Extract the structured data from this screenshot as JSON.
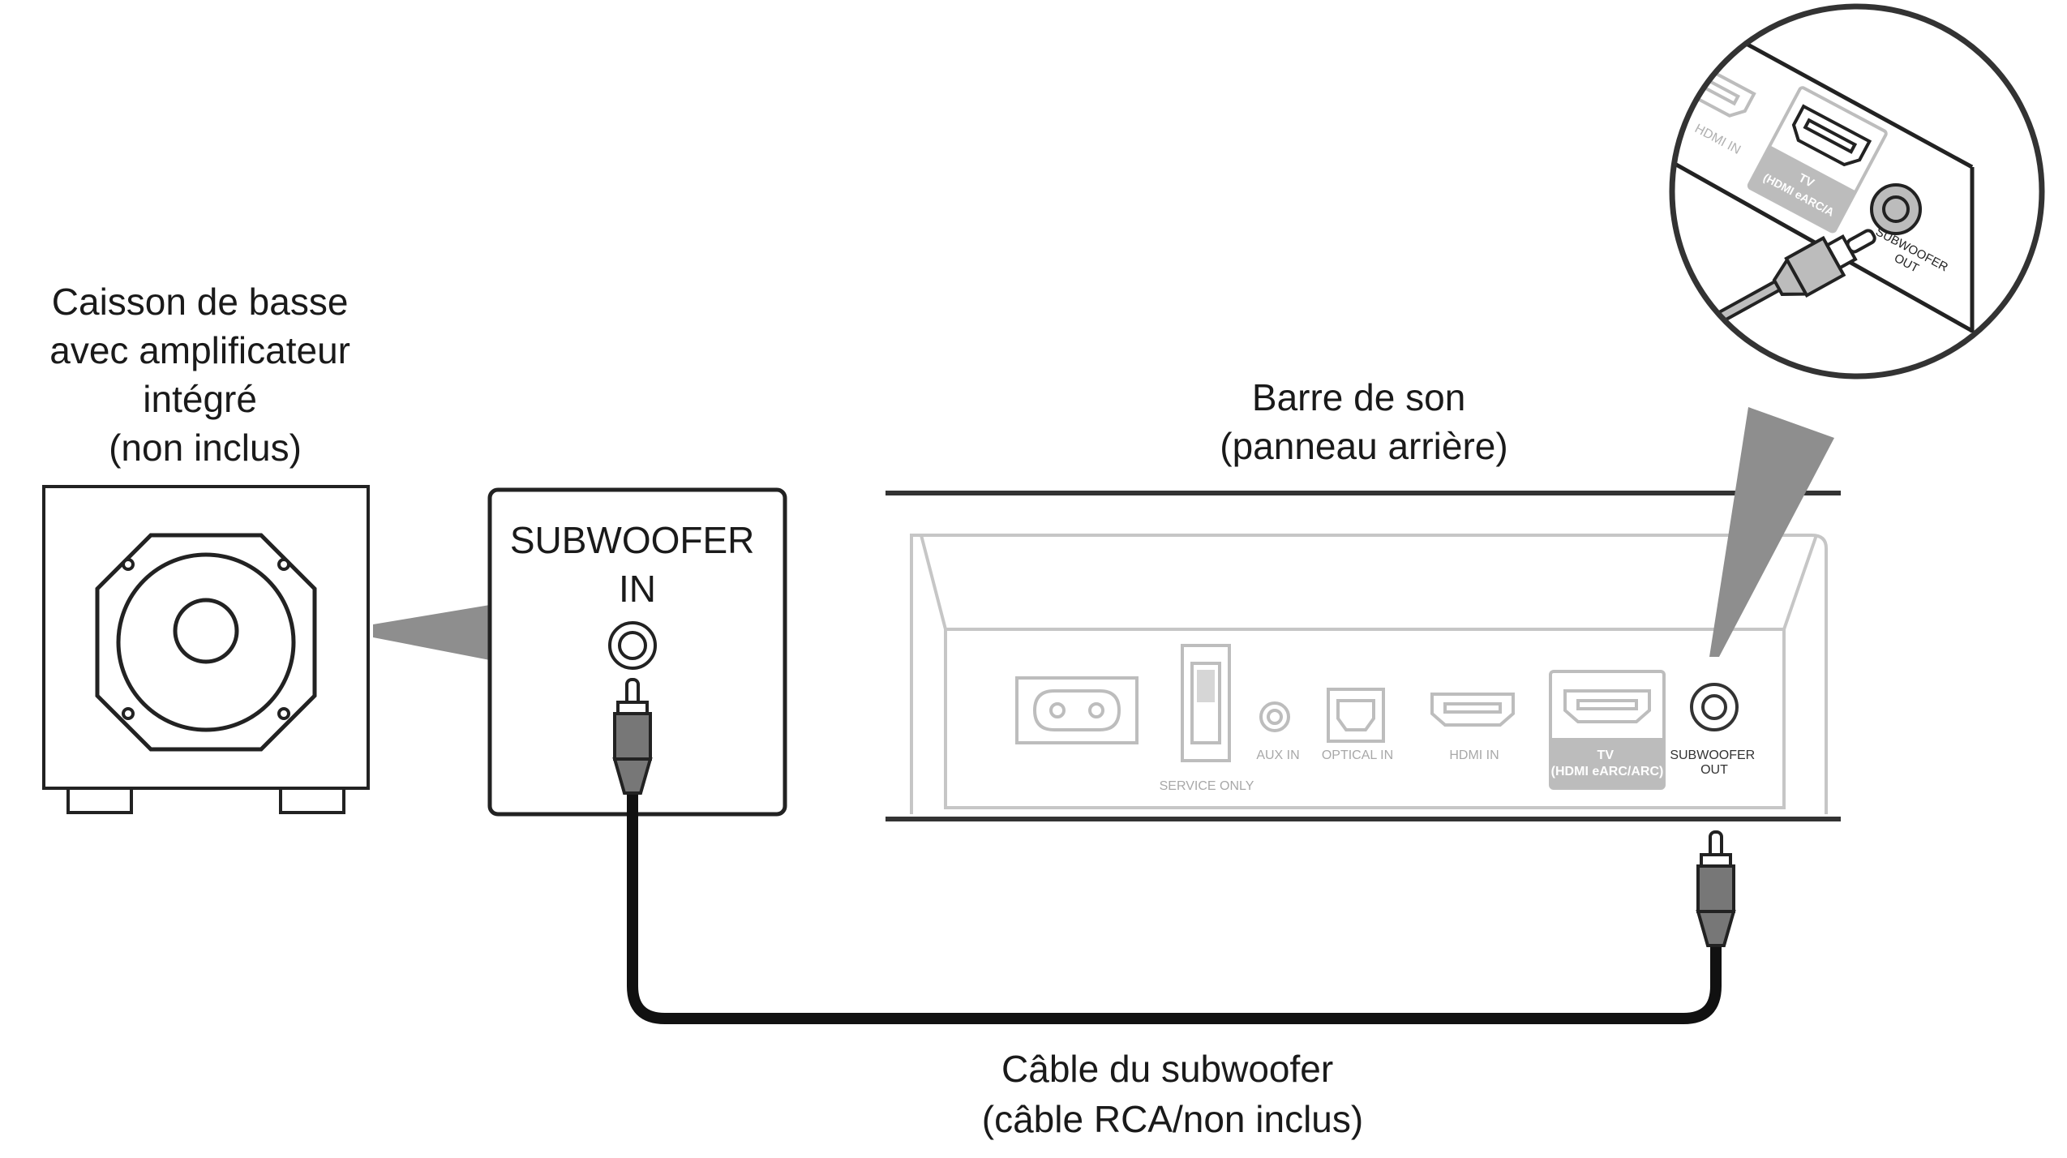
{
  "subwoofer_label": [
    "Caisson de basse",
    "avec amplificateur",
    "intégré",
    "(non inclus)"
  ],
  "subwoofer_in_label": [
    "SUBWOOFER",
    "IN"
  ],
  "soundbar_label": [
    "Barre de son",
    "(panneau arrière)"
  ],
  "cable_label": [
    "Câble du subwoofer",
    "(câble RCA/non inclus)"
  ],
  "rear_panel": {
    "service_only": "SERVICE ONLY",
    "aux_in": "AUX IN",
    "optical_in": "OPTICAL IN",
    "hdmi_in": "HDMI IN",
    "tv_hdmi": [
      "TV",
      "(HDMI eARC/ARC)"
    ],
    "subwoofer_out": [
      "SUBWOOFER",
      "OUT"
    ]
  },
  "zoom": {
    "hdmi_in": "HDMI IN",
    "tv": "TV",
    "tv_sub": "(HDMI eARC/A",
    "subwoofer_out": [
      "SUBWOOFER",
      "OUT"
    ]
  },
  "colors": {
    "line": "#222222",
    "light_line": "#bdbdbd",
    "panel_label": "#a8a8a8",
    "callout": "#8e8e8e",
    "tv_fill": "#bcbcbc"
  }
}
